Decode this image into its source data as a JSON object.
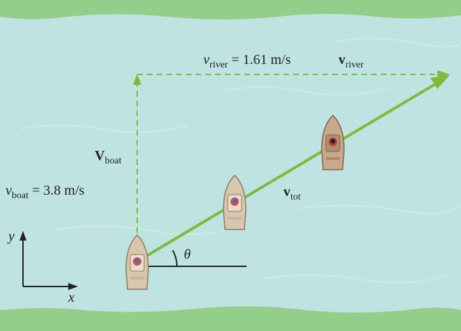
{
  "river_label": {
    "var": "v",
    "sub": "river",
    "value_text": " = 1.61 m/s"
  },
  "v_river_vector": {
    "var": "v",
    "sub": "river"
  },
  "boat_label": {
    "var": "v",
    "sub": "boat",
    "value_text": " = 3.8 m/s"
  },
  "V_boat_vector": {
    "var": "V",
    "sub": "boat"
  },
  "v_tot_vector": {
    "var": "v",
    "sub": "tot"
  },
  "angle_label": "θ",
  "axes": {
    "x": "x",
    "y": "y"
  },
  "colors": {
    "water": "#bfe3e1",
    "bank": "#93cf8a",
    "vector_green": "#7dbb3c",
    "boat_hull": "#d8c6ad",
    "boat_outline": "#8a7a66"
  }
}
